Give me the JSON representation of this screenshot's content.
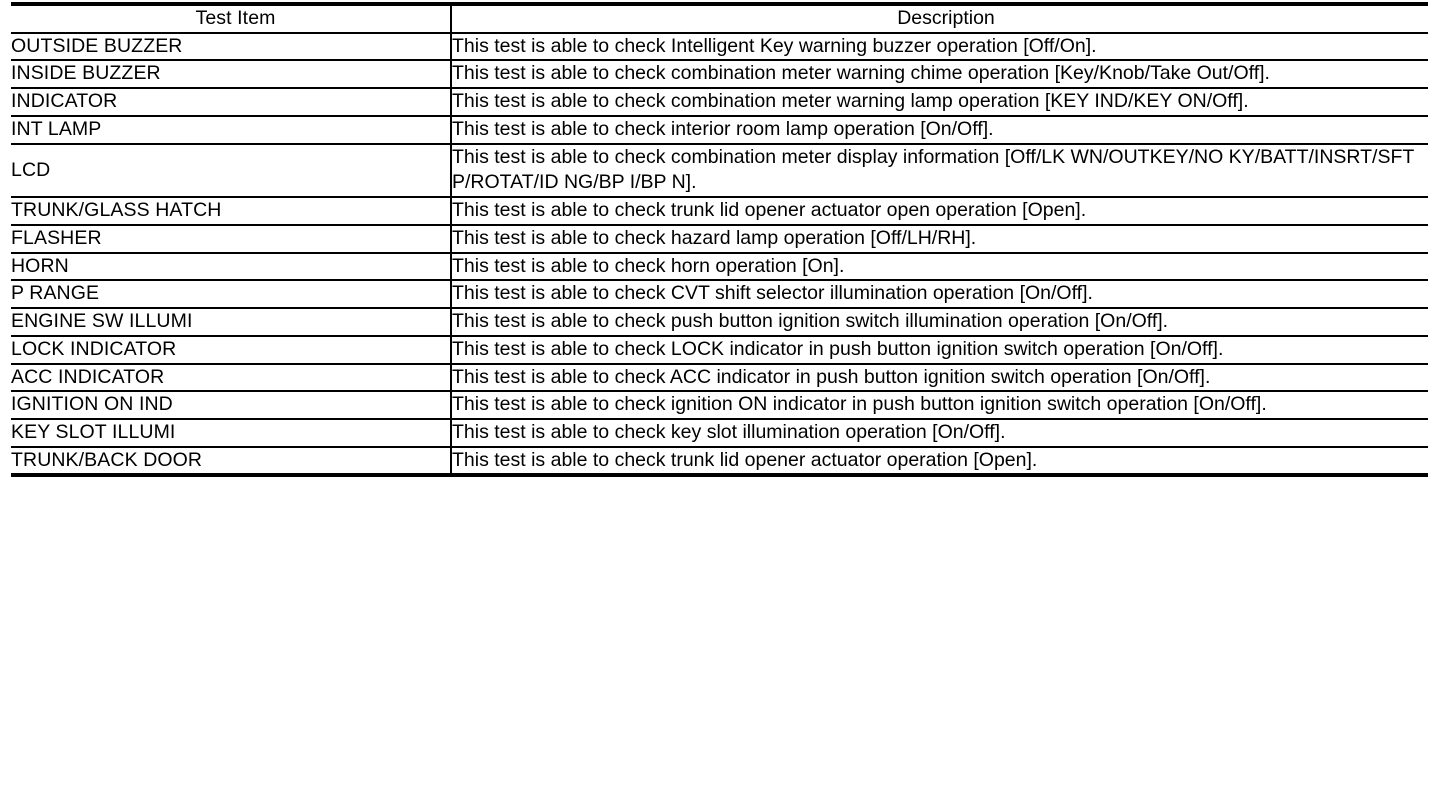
{
  "table": {
    "name": "active-test-item-description-table",
    "headers": {
      "item": "Test Item",
      "description": "Description"
    },
    "rows": [
      {
        "item": "OUTSIDE BUZZER",
        "description": "This test is able to check Intelligent Key warning buzzer operation [Off/On]."
      },
      {
        "item": "INSIDE BUZZER",
        "description": "This test is able to check combination meter warning chime operation [Key/Knob/Take Out/Off]."
      },
      {
        "item": "INDICATOR",
        "description": "This test is able to check combination meter warning lamp operation [KEY IND/KEY ON/Off]."
      },
      {
        "item": "INT LAMP",
        "description": "This test is able to check interior room lamp operation [On/Off]."
      },
      {
        "item": "LCD",
        "description": "This test is able to check combination meter display information [Off/LK WN/OUTKEY/NO KY/BATT/INSRT/SFT P/ROTAT/ID NG/BP I/BP N]."
      },
      {
        "item": "TRUNK/GLASS HATCH",
        "description": "This test is able to check trunk lid opener actuator open operation [Open]."
      },
      {
        "item": "FLASHER",
        "description": "This test is able to check hazard lamp operation [Off/LH/RH]."
      },
      {
        "item": "HORN",
        "description": "This test is able to check horn operation [On]."
      },
      {
        "item": "P RANGE",
        "description": "This test is able to check CVT shift selector illumination operation [On/Off]."
      },
      {
        "item": "ENGINE SW ILLUMI",
        "description": "This test is able to check push button ignition switch illumination operation [On/Off]."
      },
      {
        "item": "LOCK INDICATOR",
        "description": "This test is able to check LOCK indicator in push button ignition switch operation [On/Off]."
      },
      {
        "item": "ACC INDICATOR",
        "description": "This test is able to check ACC indicator in push button ignition switch operation [On/Off]."
      },
      {
        "item": "IGNITION ON IND",
        "description": "This test is able to check ignition ON indicator in push button ignition switch operation [On/Off]."
      },
      {
        "item": "KEY SLOT ILLUMI",
        "description": "This test is able to check key slot illumination operation [On/Off]."
      },
      {
        "item": "TRUNK/BACK DOOR",
        "description": "This test is able to check trunk lid opener actuator operation [Open]."
      }
    ]
  },
  "colors": {
    "background": "#ffffff",
    "text": "#000000",
    "rule": "#000000"
  }
}
